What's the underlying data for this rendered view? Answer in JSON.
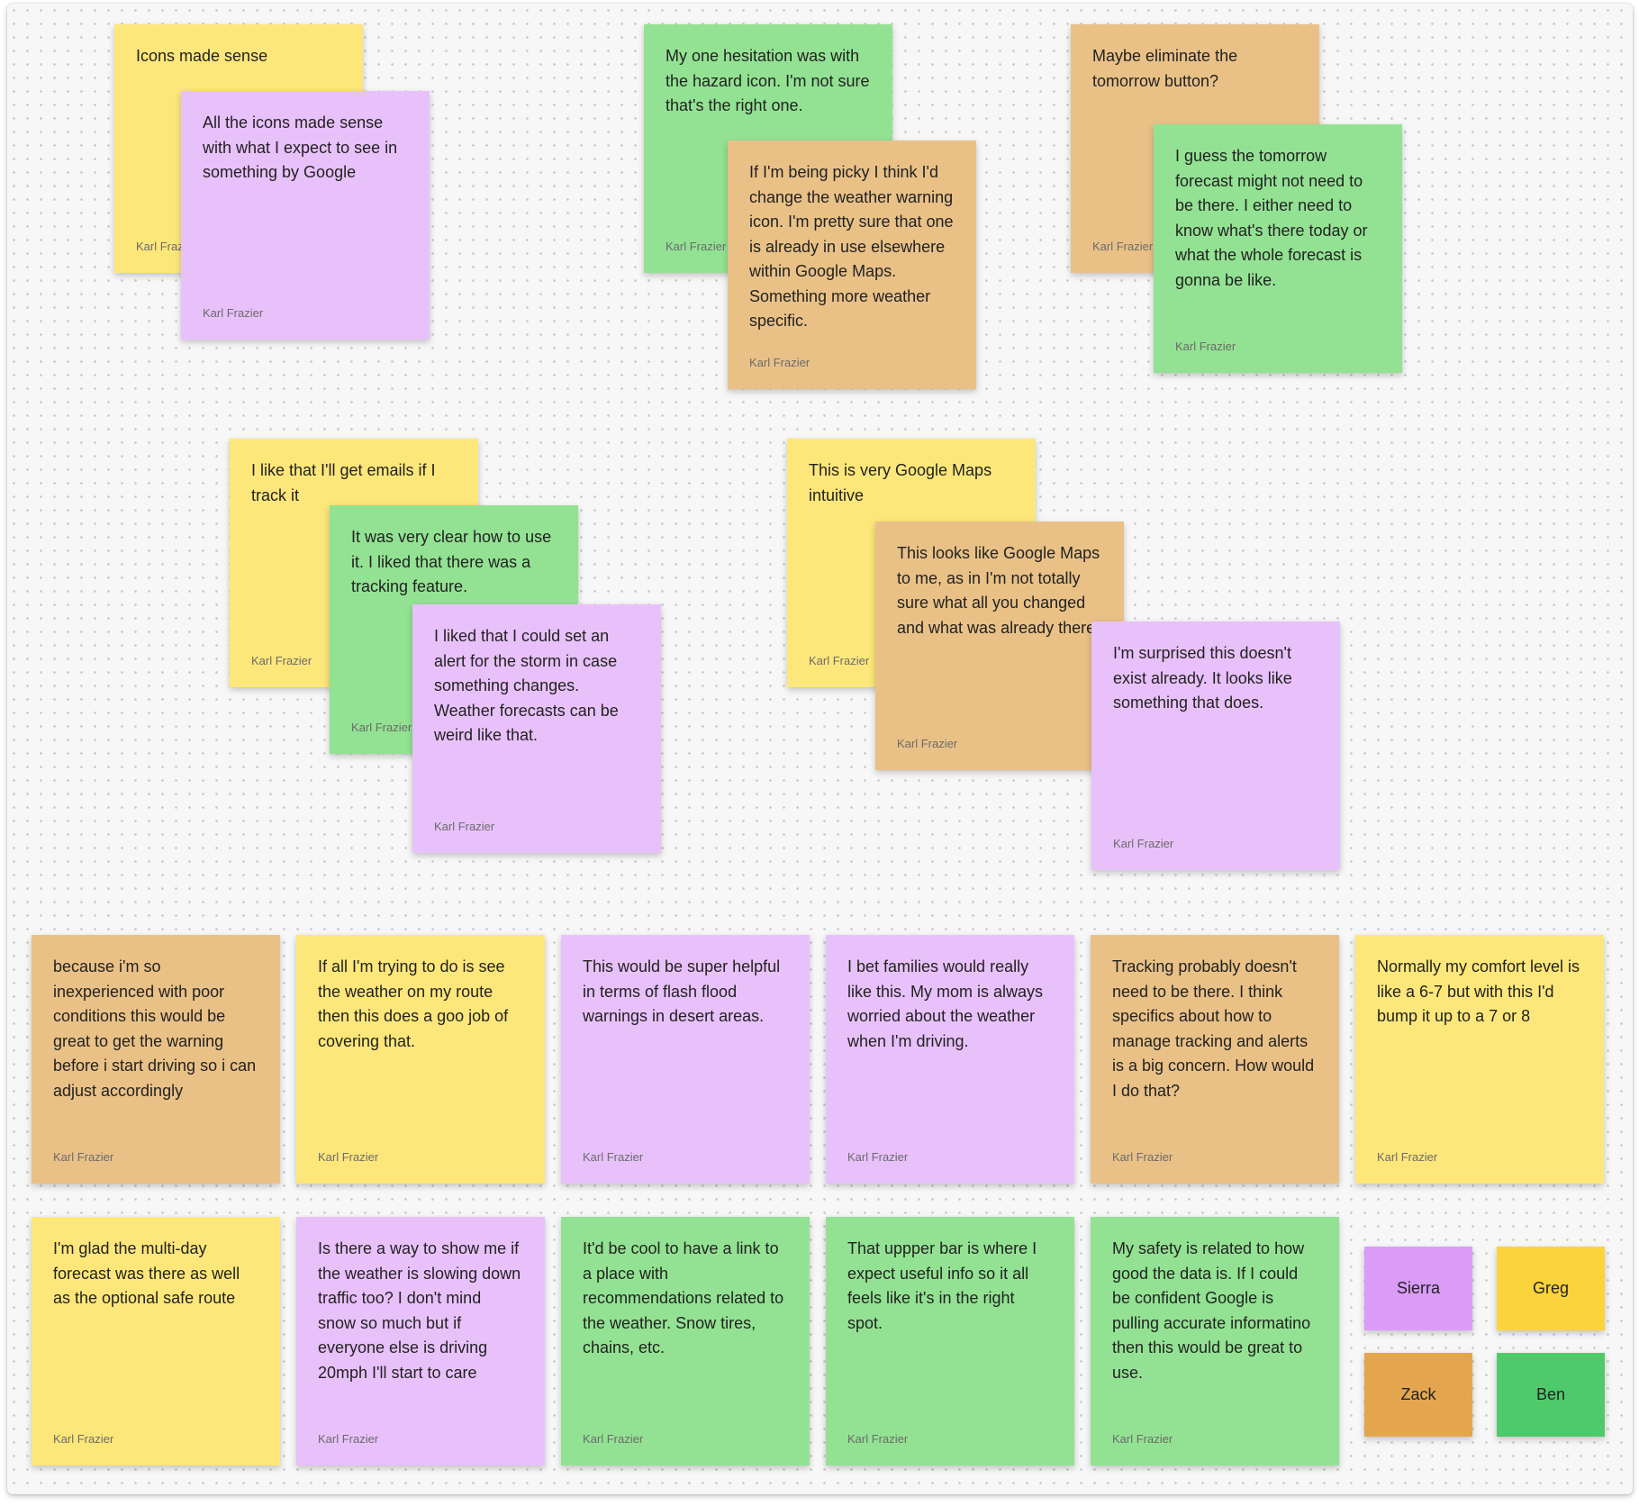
{
  "board": {
    "notes": [
      {
        "text": "Icons made sense",
        "author": "Karl Frazier",
        "color": "yellow"
      },
      {
        "text": "All the icons made sense with what I expect to see in something by Google",
        "author": "Karl Frazier",
        "color": "purple"
      },
      {
        "text": "My one hesitation was with the hazard icon. I'm not sure that's the right one.",
        "author": "Karl Frazier",
        "color": "green"
      },
      {
        "text": "If I'm being picky I think I'd change the weather warning icon. I'm pretty sure that one is already in use elsewhere within Google Maps. Something more weather specific.",
        "author": "Karl Frazier",
        "color": "orange"
      },
      {
        "text": "Maybe eliminate the tomorrow button?",
        "author": "Karl Frazier",
        "color": "orange"
      },
      {
        "text": "I guess the tomorrow forecast might not need to be there. I either need to know what's there today or what the whole forecast is gonna be like.",
        "author": "Karl Frazier",
        "color": "green"
      },
      {
        "text": "I like that I'll get emails if I track it",
        "author": "Karl Frazier",
        "color": "yellow"
      },
      {
        "text": "It was very clear how to use it. I liked that there was a tracking feature.",
        "author": "Karl Frazier",
        "color": "green"
      },
      {
        "text": "I liked that I could set an alert for the storm in case something changes. Weather forecasts can be weird like that.",
        "author": "Karl Frazier",
        "color": "purple"
      },
      {
        "text": "This is very Google Maps intuitive",
        "author": "Karl Frazier",
        "color": "yellow"
      },
      {
        "text": "This looks like Google Maps to me, as in I'm not totally sure what all you changed and what was already there.",
        "author": "Karl Frazier",
        "color": "orange"
      },
      {
        "text": "I'm surprised this doesn't exist already. It looks like something that does.",
        "author": "Karl Frazier",
        "color": "purple"
      },
      {
        "text": "because i'm so inexperienced with poor conditions this would be great to get the warning before i start driving so i can adjust accordingly",
        "author": "Karl Frazier",
        "color": "orange"
      },
      {
        "text": "If all I'm trying to do is see the weather on my route then this does a goo job of covering that.",
        "author": "Karl Frazier",
        "color": "yellow"
      },
      {
        "text": "This would be super helpful in terms of flash flood warnings in desert areas.",
        "author": "Karl Frazier",
        "color": "purple"
      },
      {
        "text": "I bet families would really like this. My mom is always worried about the weather when I'm driving.",
        "author": "Karl Frazier",
        "color": "purple"
      },
      {
        "text": "Tracking probably doesn't need to be there. I think specifics about how to manage tracking and alerts is a big concern. How would I do that?",
        "author": "Karl Frazier",
        "color": "orange"
      },
      {
        "text": "Normally my comfort level is like a 6-7 but with this I'd bump it up to a 7 or 8",
        "author": "Karl Frazier",
        "color": "yellow"
      },
      {
        "text": "I'm glad the multi-day forecast was there as well as the optional safe route",
        "author": "Karl Frazier",
        "color": "yellow"
      },
      {
        "text": "Is there a way to show me if the weather is slowing down traffic too? I don't mind snow so much but if everyone else is driving 20mph I'll start to care",
        "author": "Karl Frazier",
        "color": "purple"
      },
      {
        "text": "It'd be cool to have a link to a place with recommendations related to the weather. Snow tires, chains, etc.",
        "author": "Karl Frazier",
        "color": "green"
      },
      {
        "text": "That uppper bar is where I expect useful info so it all feels like it's in the right spot.",
        "author": "Karl Frazier",
        "color": "green"
      },
      {
        "text": "My safety is related to how good the data is. If I could be confident Google is pulling accurate informatino then this would be great to use.",
        "author": "Karl Frazier",
        "color": "green"
      }
    ],
    "legend": [
      {
        "name": "Sierra",
        "color": "#da9cf7"
      },
      {
        "name": "Greg",
        "color": "#fbd33d"
      },
      {
        "name": "Zack",
        "color": "#e3a64e"
      },
      {
        "name": "Ben",
        "color": "#4fca6b"
      }
    ]
  }
}
